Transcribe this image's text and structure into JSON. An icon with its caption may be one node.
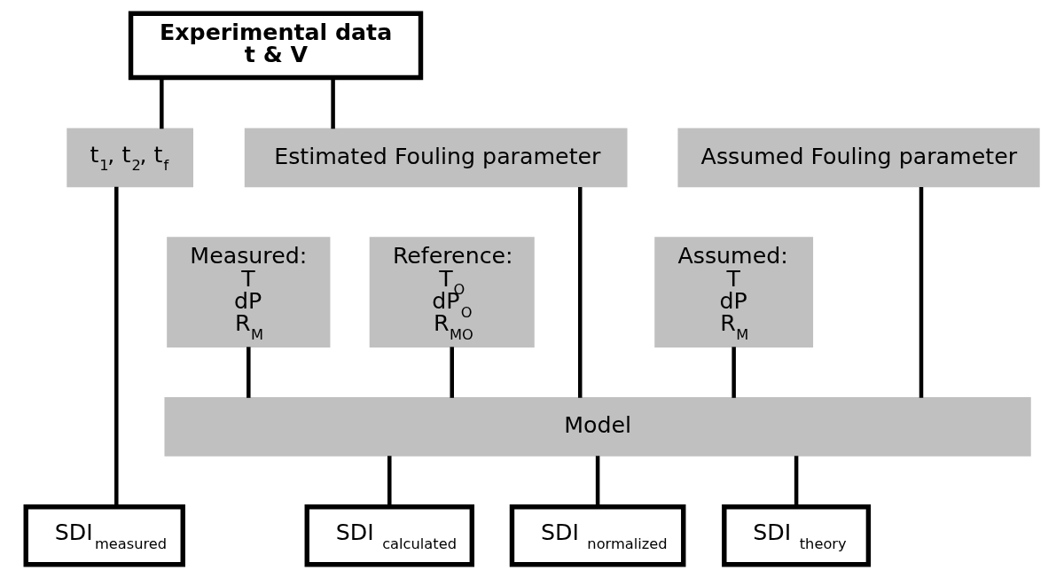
{
  "diagram": {
    "nodes": [
      {
        "text": [
          "Experimental data",
          "t & V"
        ]
      },
      {
        "text": [
          "t$_{1}$, t$_{2}$, t$_{f}$"
        ]
      },
      {
        "text": [
          "Estimated Fouling parameter"
        ]
      },
      {
        "text": [
          "Assumed Fouling parameter"
        ]
      },
      {
        "text": [
          "Measured:",
          "T",
          "dP",
          "R$_{M}$"
        ]
      },
      {
        "text": [
          "Reference:",
          "T$_{O}$",
          "dP$_{O}$",
          "R$_{MO}$"
        ]
      },
      {
        "text": [
          "Assumed:",
          "T",
          "dP",
          "R$_{M}$"
        ]
      },
      {
        "text": [
          "Model"
        ]
      },
      {
        "text": [
          "SDI$_{measured}$"
        ]
      },
      {
        "text": [
          "SDI $_{calculated}$"
        ]
      },
      {
        "text": [
          "SDI $_{normalized}$"
        ]
      },
      {
        "text": [
          "SDI $_{theory}$"
        ]
      }
    ],
    "edges": [
      {
        "from": 0,
        "to": 1,
        "arrow": "none"
      },
      {
        "from": 0,
        "to": 2,
        "arrow": "none"
      },
      {
        "from": 1,
        "to": 8,
        "arrow": "none"
      },
      {
        "from": 2,
        "to": 7,
        "arrow": "none"
      },
      {
        "from": 4,
        "to": 7,
        "arrow": "none"
      },
      {
        "from": 5,
        "to": 7,
        "arrow": "none"
      },
      {
        "from": 3,
        "to": 7,
        "arrow": "none"
      },
      {
        "from": 6,
        "to": 7,
        "arrow": "none"
      },
      {
        "from": 7,
        "to": 9,
        "arrow": "none"
      },
      {
        "from": 7,
        "to": 10,
        "arrow": "none"
      },
      {
        "from": 7,
        "to": 11,
        "arrow": "none"
      }
    ]
  }
}
